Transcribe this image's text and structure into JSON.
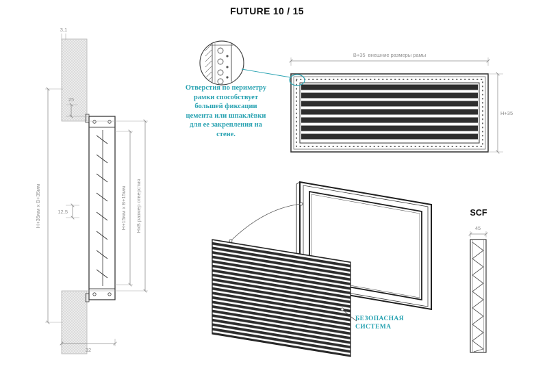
{
  "title": "FUTURE 10 / 15",
  "colors": {
    "accent": "#2aa3b2",
    "line": "#3a3a3a",
    "dim": "#8f8f8f"
  },
  "section_view": {
    "dim_flange": "3,1",
    "dim_25": "25",
    "dim_12_5": "12,5",
    "dim_depth": "32",
    "dim_outer": "H+35мм х В+35мм",
    "dim_inner": "H+15мм х В+15мм",
    "dim_opening": "НхВ размер отверстия"
  },
  "front_view": {
    "dim_width": "В+35  внешние размеры рамы",
    "dim_height": "H+35"
  },
  "detail_note": {
    "lines": [
      "Отверстия по периметру",
      "рамки способствует",
      "большей фиксации",
      "цемента или шпаклёвки",
      "для ее закрепления на",
      "стене."
    ]
  },
  "iso_view": {
    "safety_lines": [
      "БЕЗОПАСНАЯ",
      "СИСТЕМА"
    ]
  },
  "scf": {
    "label": "SCF",
    "dim_width": "45"
  }
}
